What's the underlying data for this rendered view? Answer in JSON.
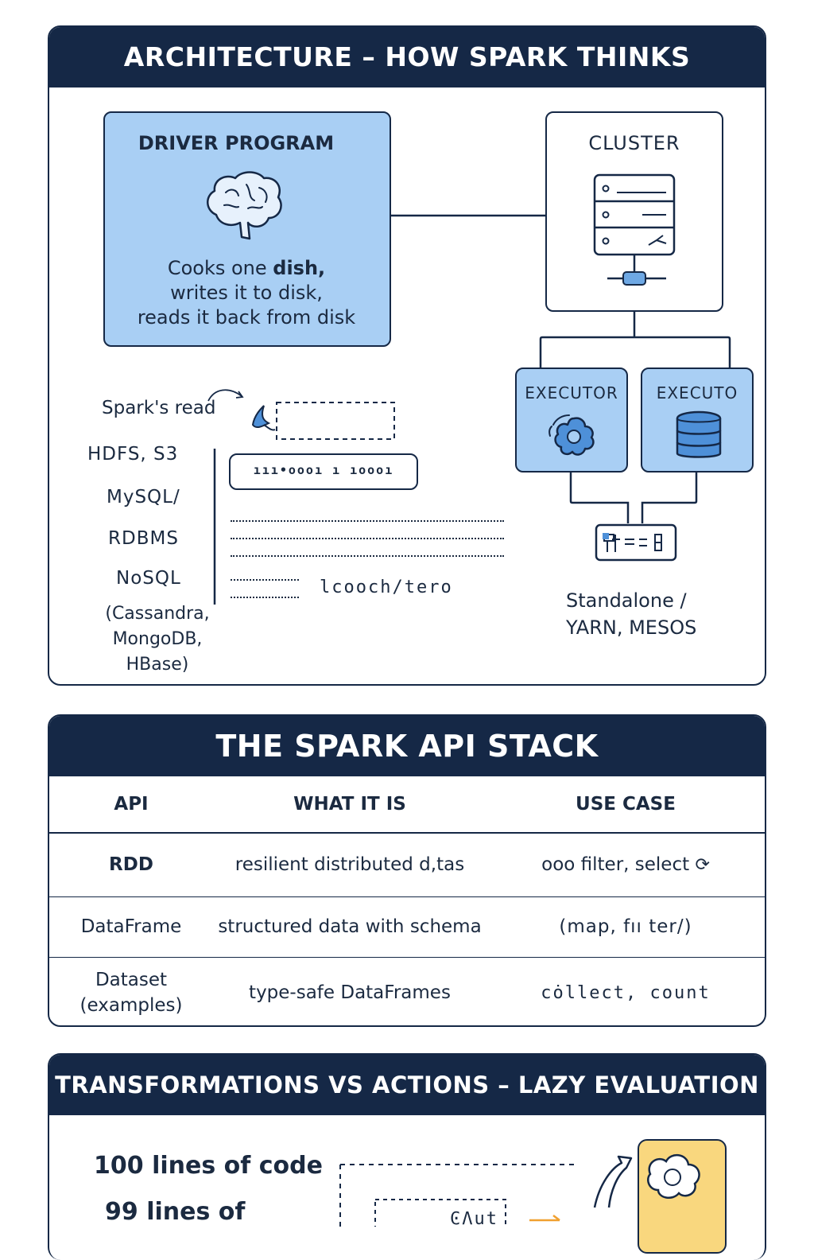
{
  "architecture": {
    "title": "ARCHITECTURE – HOW SPARK THINKS",
    "driver": {
      "title": "DRIVER PROGRAM",
      "icon": "brain-icon",
      "desc_line1_pre": "Cooks one ",
      "desc_line1_bold": "dish,",
      "desc_line2": "writes it to disk,",
      "desc_line3": "reads it back from disk"
    },
    "cluster": {
      "title": "CLUSTER",
      "icon": "server-icon"
    },
    "executors": [
      {
        "title": "EXECUTOR",
        "icon": "gear-icon"
      },
      {
        "title": "EXECUTO",
        "icon": "database-icon"
      }
    ],
    "cluster_managers_line1": "Standalone /",
    "cluster_managers_line2": "YARN, MESOS",
    "sources": {
      "read_label": "Spark's read",
      "items": [
        "HDFS, S3",
        "MySQL/",
        "RDBMS",
        "NoSQL"
      ],
      "nosql_detail": [
        "(Cassandra,",
        "MongoDB,",
        "HBase)"
      ],
      "binary_text": "ııı•oooı ı ıoooı",
      "handwritten": "lcooch/tero"
    }
  },
  "api_stack": {
    "title": "THE SPARK API STACK",
    "columns": [
      "API",
      "WHAT IT IS",
      "USE CASE"
    ],
    "rows": [
      {
        "api": "RDD",
        "what": "resilient distributed d,tas",
        "use": "ooo filter, select"
      },
      {
        "api": "DataFrame",
        "what": "structured data with schema",
        "use": "(map, fıı ter/)"
      },
      {
        "api": "Dataset",
        "api2": "(examples)",
        "what": "type-safe DataFrames",
        "use": "cȯllect, count"
      }
    ]
  },
  "lazy": {
    "title": "TRANSFORMATIONS VS ACTIONS – LAZY EVALUATION",
    "line1": "100 lines of code",
    "line2": "99 lines of",
    "code_fragment": "ϾΛut"
  },
  "colors": {
    "navy": "#152846",
    "light_blue": "#a9cff4",
    "accent_yellow": "#f9d77e",
    "arrow_orange": "#f0a030"
  }
}
